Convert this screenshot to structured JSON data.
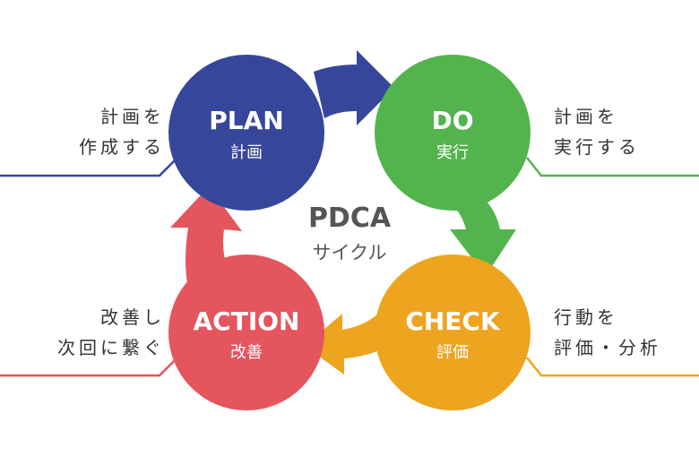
{
  "colors": {
    "plan": "#36479b",
    "do": "#53b44e",
    "check": "#eda41e",
    "action": "#e5555e",
    "text": "#333333",
    "center_text": "#555555"
  },
  "center": {
    "title": "PDCA",
    "subtitle": "サイクル"
  },
  "phases": {
    "plan": {
      "title": "PLAN",
      "subtitle": "計画",
      "note": [
        "計画を",
        "作成する"
      ]
    },
    "do": {
      "title": "DO",
      "subtitle": "実行",
      "note": [
        "計画を",
        "実行する"
      ]
    },
    "check": {
      "title": "CHECK",
      "subtitle": "評価",
      "note": [
        "行動を",
        "評価・分析"
      ]
    },
    "action": {
      "title": "ACTION",
      "subtitle": "改善",
      "note": [
        "改善し",
        "次回に繋ぐ"
      ]
    }
  }
}
